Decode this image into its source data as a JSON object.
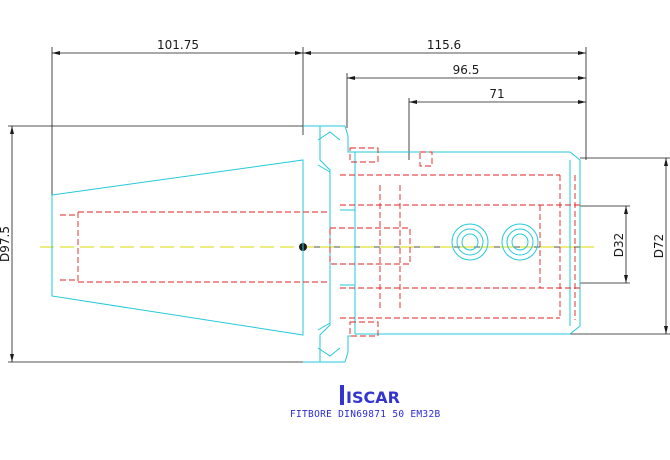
{
  "drawing": {
    "dimensions": {
      "overall_left": "101.75",
      "overall_right": "115.6",
      "mid_right": "96.5",
      "inner_right": "71",
      "flange_diameter": "D97.5",
      "bore_diameter": "D32",
      "body_diameter": "D72"
    },
    "logo_text": "ISCAR",
    "caption": "FITBORE DIN69871 50 EM32B",
    "colors": {
      "outline": "#25c9d9",
      "hidden": "#e02020",
      "dimension": "#1a1a1a",
      "centerline": "#d8d800",
      "caption": "#2b2bd6"
    }
  }
}
